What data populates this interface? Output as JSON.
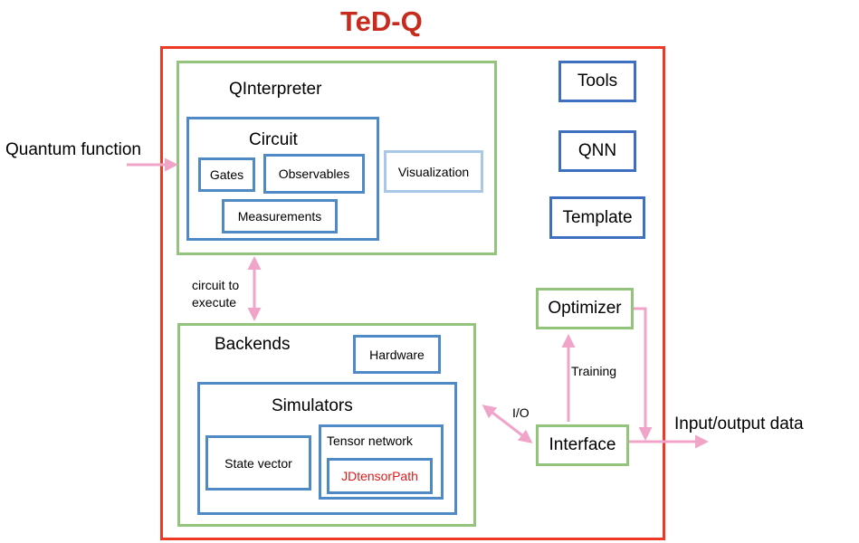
{
  "title": "TeD-Q",
  "colors": {
    "title": "#c62b1d",
    "outer_border": "#ee3a24",
    "green_border": "#92c47c",
    "blue_border": "#4f89c6",
    "dark_blue_border": "#3f6fc1",
    "light_blue_border": "#a9c8e8",
    "arrow": "#f0a5c8",
    "highlight_text": "#e01b1b"
  },
  "inputs": {
    "quantum_function": "Quantum function",
    "io_data": "Input/output data"
  },
  "qinterpreter": {
    "label": "QInterpreter",
    "circuit": {
      "label": "Circuit",
      "gates": "Gates",
      "observables": "Observables",
      "measurements": "Measurements"
    },
    "visualization": "Visualization"
  },
  "edge_labels": {
    "circuit_to_execute_line1": "circuit to",
    "circuit_to_execute_line2": "execute",
    "io": "I/O",
    "training": "Training"
  },
  "backends": {
    "label": "Backends",
    "hardware": "Hardware",
    "simulators": {
      "label": "Simulators",
      "state_vector": "State vector",
      "tensor_network": {
        "label": "Tensor network",
        "jdtensorpath": "JDtensorPath"
      }
    }
  },
  "tools": "Tools",
  "qnn": "QNN",
  "template": "Template",
  "optimizer": "Optimizer",
  "interface": "Interface"
}
